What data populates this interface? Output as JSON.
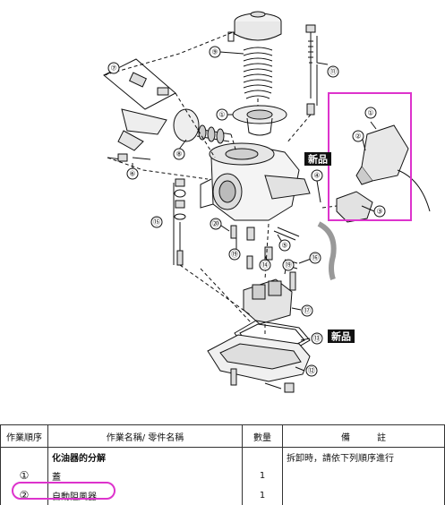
{
  "diagram": {
    "callouts": [
      "①",
      "②",
      "③",
      "④",
      "⑤",
      "⑥",
      "⑦",
      "⑧",
      "⑨",
      "⑩",
      "⑪",
      "⑫",
      "⑬",
      "⑭",
      "⑮",
      "⑯",
      "⑰",
      "⑱",
      "⑲",
      "⑳"
    ],
    "new_part_tag": "新品",
    "highlight_color": "#dd33cc"
  },
  "table": {
    "headers": {
      "seq": "作業順序",
      "name": "作業名稱/ 零件名稱",
      "qty": "數量",
      "note": "備　　　註"
    },
    "rows": [
      {
        "seq": "",
        "name": "化油器的分解",
        "qty": "",
        "note": "拆卸時，請依下列順序進行",
        "bold": true
      },
      {
        "seq": "①",
        "name": "蓋",
        "qty": "1",
        "note": ""
      },
      {
        "seq": "②",
        "name": "自動阻風器",
        "qty": "1",
        "note": ""
      }
    ]
  }
}
